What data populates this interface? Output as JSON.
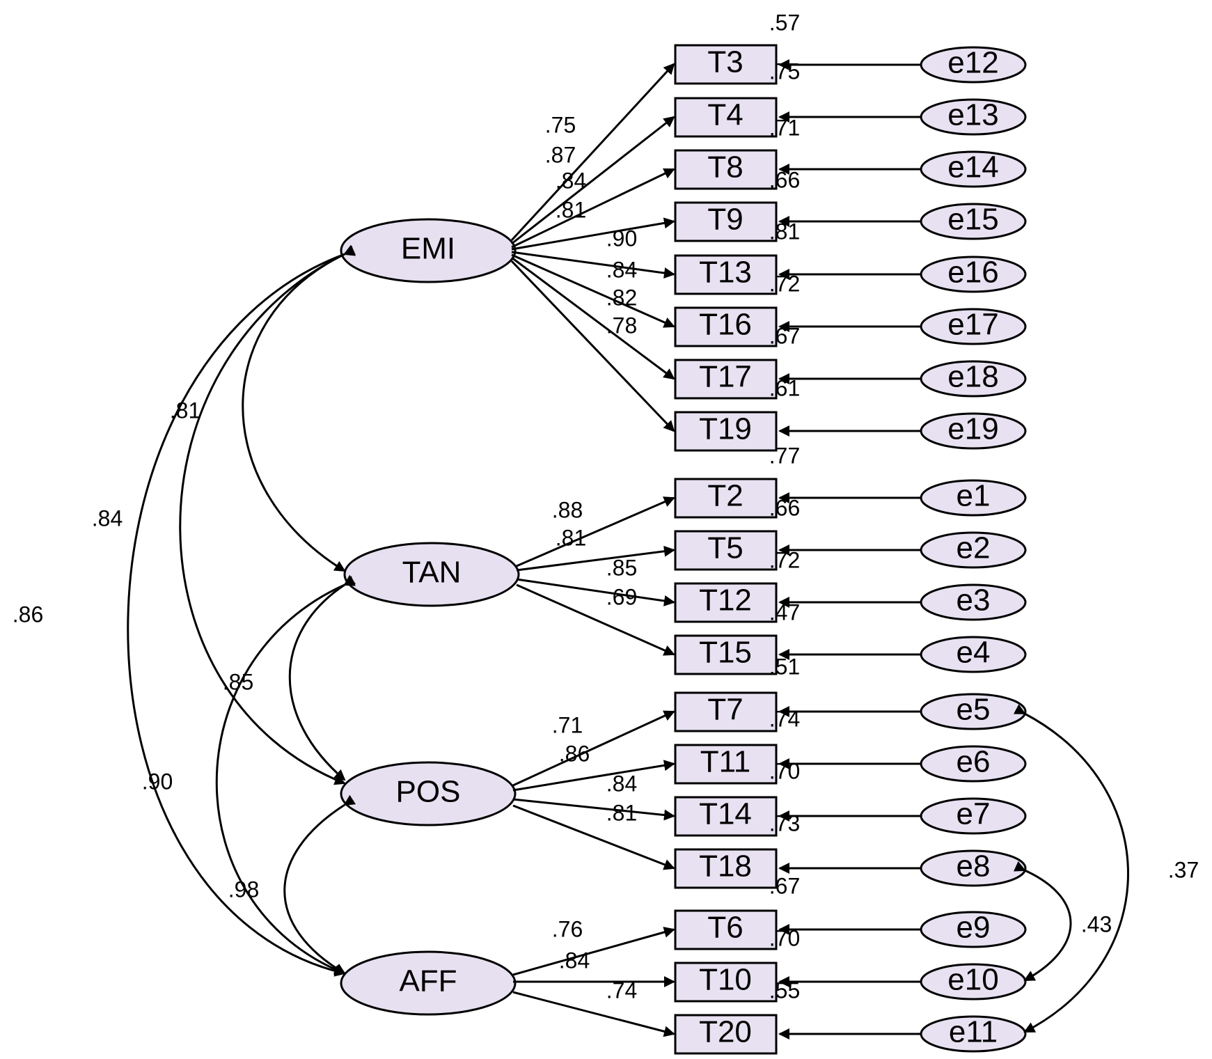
{
  "latent_factors": [
    "EMI",
    "TAN",
    "POS",
    "AFF"
  ],
  "indicators": {
    "EMI": [
      "T3",
      "T4",
      "T8",
      "T9",
      "T13",
      "T16",
      "T17",
      "T19"
    ],
    "TAN": [
      "T2",
      "T5",
      "T12",
      "T15"
    ],
    "POS": [
      "T7",
      "T11",
      "T14",
      "T18"
    ],
    "AFF": [
      "T6",
      "T10",
      "T20"
    ]
  },
  "errors": [
    "e12",
    "e13",
    "e14",
    "e15",
    "e16",
    "e17",
    "e18",
    "e19",
    "e1",
    "e2",
    "e3",
    "e4",
    "e5",
    "e6",
    "e7",
    "e8",
    "e9",
    "e10",
    "e11"
  ],
  "loadings": {
    "EMI": [
      ".75",
      ".87",
      ".84",
      ".81",
      ".90",
      ".84",
      ".82",
      ".78"
    ],
    "TAN": [
      ".88",
      ".81",
      ".85",
      ".69"
    ],
    "POS": [
      ".71",
      ".86",
      ".84",
      ".81"
    ],
    "AFF": [
      ".76",
      ".84",
      ".74"
    ]
  },
  "factor_correlations": {
    "EMI_TAN": ".81",
    "EMI_POS": ".84",
    "EMI_AFF": ".86",
    "TAN_POS": ".85",
    "TAN_AFF": ".90",
    "POS_AFF": ".98"
  },
  "r_squared_visible": [
    ".57",
    ".75",
    ".71",
    ".66",
    ".81",
    ".72",
    ".67",
    ".61",
    ".77",
    ".66",
    ".72",
    ".47",
    ".51",
    ".74",
    ".70",
    ".73",
    ".67",
    ".70",
    ".55"
  ],
  "error_correlations": {
    "e5_e11": ".37",
    "e8_e10": ".43"
  }
}
